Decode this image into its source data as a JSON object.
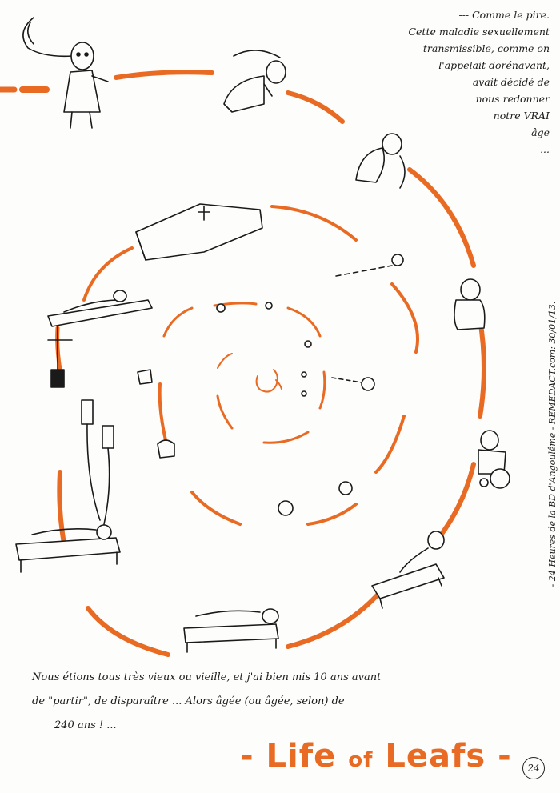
{
  "narration_top": [
    "--- Comme le pire.",
    "Cette maladie sexuellement",
    "transmissible, comme on",
    "l'appelait dorénavant,",
    "avait décidé de",
    "nous redonner",
    "notre VRAI",
    "âge",
    "..."
  ],
  "narration_bottom": {
    "line1": "Nous étions tous très vieux ou vieille, et j'ai bien mis 10 ans avant",
    "line2": "de \"partir\", de disparaître ... Alors âgée (ou âgée, selon) de",
    "line3": "240 ans ! ..."
  },
  "side_credit": "- 24 Heures de la BD d'Angoulême - REMEDACT.com: 30/01/13.",
  "title": {
    "dash_left": "-",
    "word1": "Life",
    "word2": "of",
    "word3": "Leafs",
    "dash_right": "-"
  },
  "page_number": "24",
  "colors": {
    "spiral": "#e86a23",
    "ink": "#1a1a1a",
    "paper": "#fdfdfb"
  }
}
